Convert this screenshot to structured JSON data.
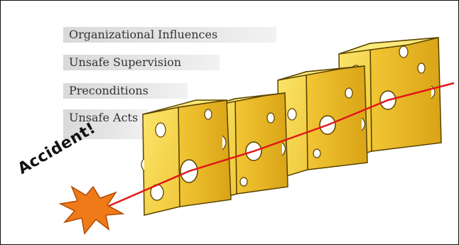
{
  "layers": [
    {
      "id": "org",
      "label": "Organizational Influences"
    },
    {
      "id": "sup",
      "label": "Unsafe Supervision"
    },
    {
      "id": "pre",
      "label": "Preconditions"
    },
    {
      "id": "acts",
      "label": "Unsafe Acts"
    }
  ],
  "accident_label": "Accident!",
  "colors": {
    "cheese_face": "#f5d94a",
    "cheese_side": "#e8b820",
    "cheese_outline": "#5a4300",
    "trajectory": "#e01818",
    "burst": "#f07a18",
    "label_bg": "#dcdcdc"
  }
}
